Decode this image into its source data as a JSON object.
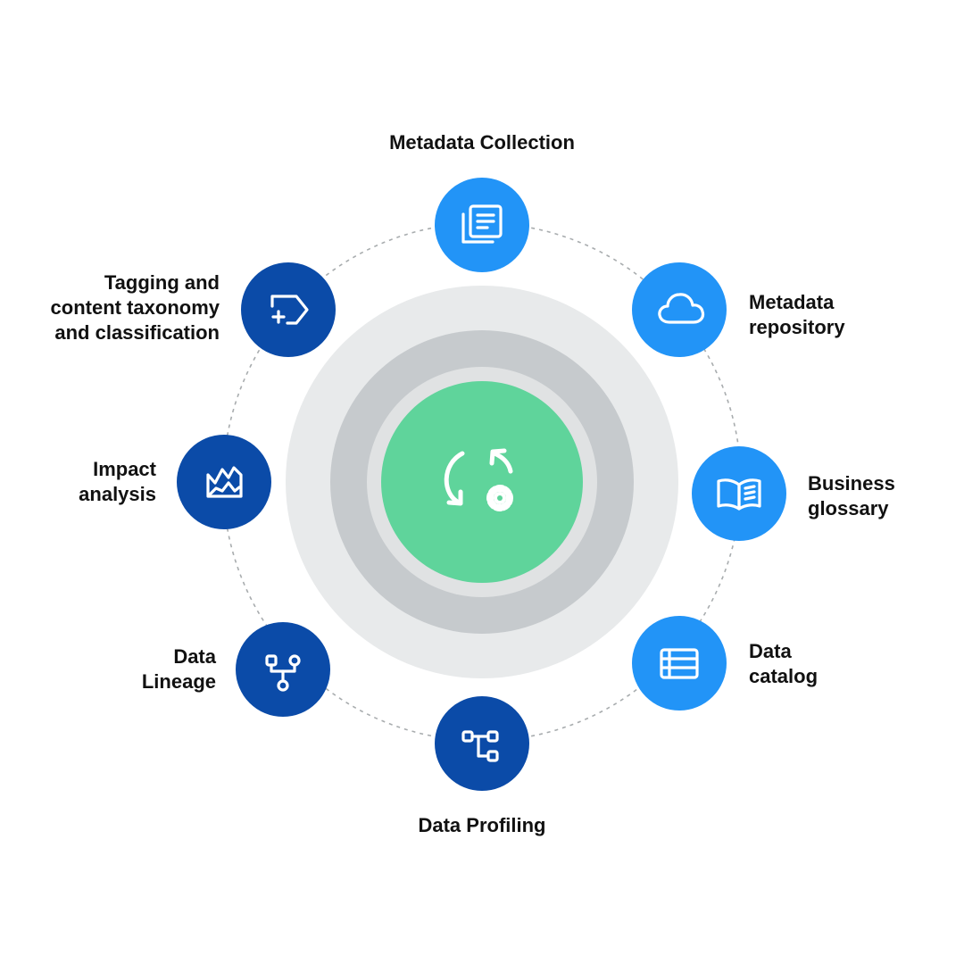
{
  "colors": {
    "light_blue": "#2294f7",
    "dark_blue": "#0b4ba8",
    "center_green": "#5fd49b",
    "outer_ring": "#e8eaeb",
    "middle_ring": "#c6cacd",
    "inner_ring": "#e0e2e3",
    "dashed_ring": "#a8acae",
    "label_text": "#111111"
  },
  "center": {
    "icon": "refresh-gear-icon"
  },
  "nodes": [
    {
      "id": "metadata-collection",
      "label": "Metadata Collection",
      "icon": "documents-icon",
      "tone": "light"
    },
    {
      "id": "metadata-repository",
      "label": "Metadata\nrepository",
      "icon": "cloud-icon",
      "tone": "light"
    },
    {
      "id": "business-glossary",
      "label": "Business\nglossary",
      "icon": "open-book-icon",
      "tone": "light"
    },
    {
      "id": "data-catalog",
      "label": "Data\ncatalog",
      "icon": "table-list-icon",
      "tone": "light"
    },
    {
      "id": "data-profiling",
      "label": "Data Profiling",
      "icon": "flow-nodes-icon",
      "tone": "dark"
    },
    {
      "id": "data-lineage",
      "label": "Data\nLineage",
      "icon": "branch-icon",
      "tone": "dark"
    },
    {
      "id": "impact-analysis",
      "label": "Impact\nanalysis",
      "icon": "area-chart-icon",
      "tone": "dark"
    },
    {
      "id": "tagging",
      "label": "Tagging and\ncontent taxonomy\nand classification",
      "icon": "tag-add-icon",
      "tone": "dark"
    }
  ]
}
